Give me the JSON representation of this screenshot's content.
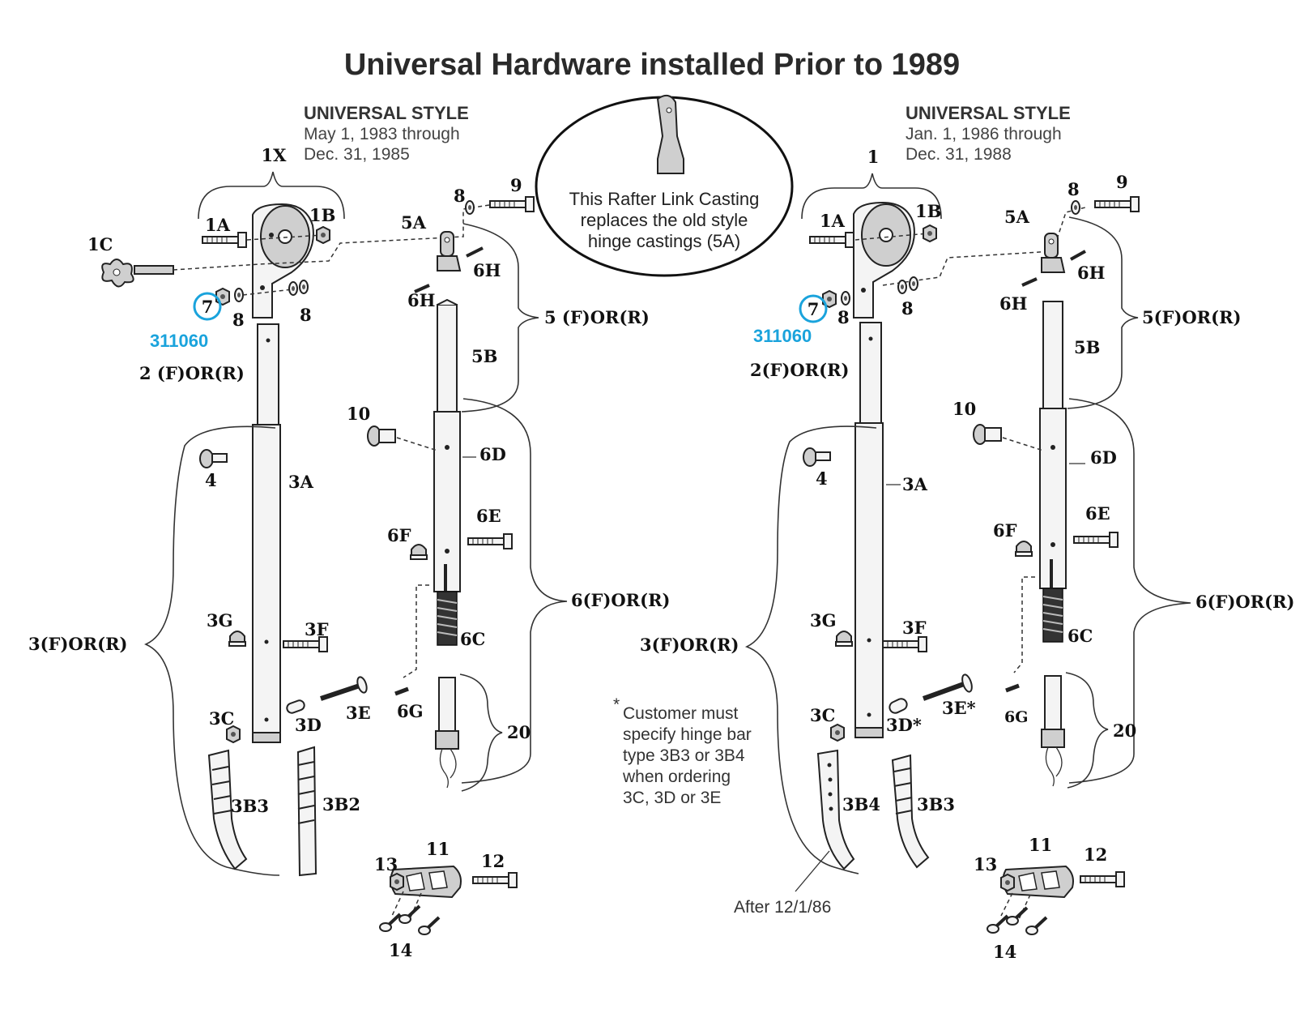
{
  "title": "Universal Hardware installed Prior to 1989",
  "left_assembly": {
    "style_heading": "UNIVERSAL STYLE",
    "style_date_line1": "May 1, 1983  through",
    "style_date_line2": "Dec.  31, 1985",
    "assembly_label": "1X",
    "labels": {
      "l1A": "1A",
      "l1B": "1B",
      "l1C": "1C",
      "l7": "7",
      "l8a": "8",
      "l8b": "8",
      "l8c": "8",
      "l9": "9",
      "part_number": "311060",
      "l2": "2 (F)OR(R)",
      "l5A": "5A",
      "l6H_top": "6H",
      "l6H_bot": "6H",
      "l5": "5 (F)OR(R)",
      "l5B": "5B",
      "l10": "10",
      "l6D": "6D",
      "l4": "4",
      "l3A": "3A",
      "l6E": "6E",
      "l6F": "6F",
      "l6": "6(F)OR(R)",
      "l3G": "3G",
      "l3F": "3F",
      "l3": "3(F)OR(R)",
      "l6C": "6C",
      "l3C": "3C",
      "l3D": "3D",
      "l3E": "3E",
      "l6G": "6G",
      "l20": "20",
      "l3B3": "3B3",
      "l3B2": "3B2",
      "l11": "11",
      "l12": "12",
      "l13": "13",
      "l14": "14"
    }
  },
  "callout": {
    "line1": "This Rafter Link Casting",
    "line2": "replaces the old style",
    "line3": "hinge castings (5A)"
  },
  "note": {
    "asterisk": "*",
    "line1": "Customer must",
    "line2": "specify hinge bar",
    "line3": "type 3B3 or 3B4",
    "line4": "when ordering",
    "line5": " 3C, 3D or 3E"
  },
  "right_assembly": {
    "style_heading": "UNIVERSAL STYLE",
    "style_date_line1": "Jan. 1, 1986  through",
    "style_date_line2": "Dec.  31, 1988",
    "assembly_label": "1",
    "labels": {
      "l1A": "1A",
      "l1B": "1B",
      "l7": "7",
      "l8a": "8",
      "l8b": "8",
      "l8c": "8",
      "l9": "9",
      "part_number": "311060",
      "l2": "2(F)OR(R)",
      "l5A": "5A",
      "l6H_top": "6H",
      "l6H_bot": "6H",
      "l5": "5(F)OR(R)",
      "l5B": "5B",
      "l10": "10",
      "l6D": "6D",
      "l4": "4",
      "l3A": "3A",
      "l6E": "6E",
      "l6F": "6F",
      "l6": "6(F)OR(R)",
      "l3G": "3G",
      "l3F": "3F",
      "l3": "3(F)OR(R)",
      "l6C": "6C",
      "l3C": "3C",
      "l3D": "3D*",
      "l3E": "3E*",
      "l6G": "6G",
      "l20": "20",
      "l3B4": "3B4",
      "l3B3": "3B3",
      "after": "After 12/1/86",
      "l11": "11",
      "l12": "12",
      "l13": "13",
      "l14": "14"
    }
  },
  "colors": {
    "highlight": "#1aa3dc",
    "ink": "#222222"
  }
}
